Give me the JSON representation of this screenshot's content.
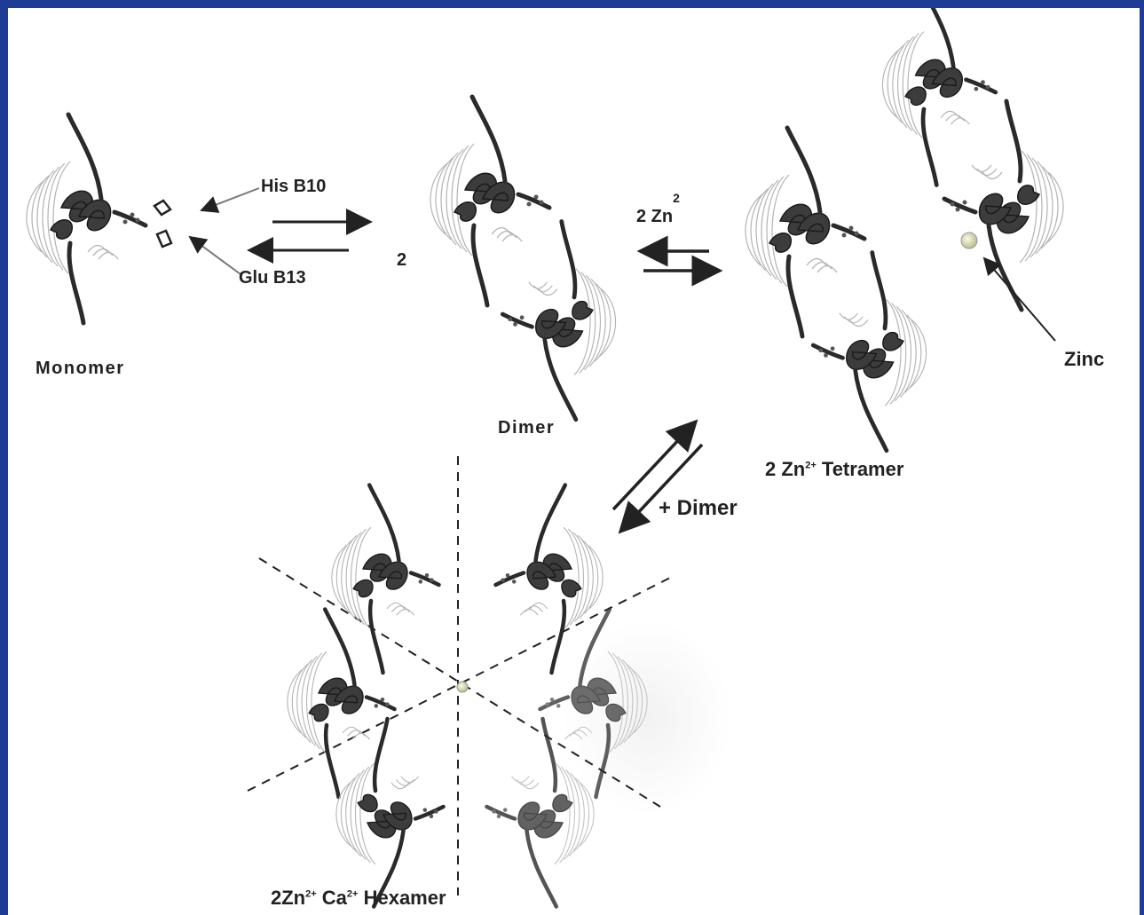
{
  "labels": {
    "his_b10": "His B10",
    "glu_b13": "Glu B13",
    "coef_2": "2",
    "monomer": "Monomer",
    "dimer": "Dimer",
    "zn_prefix": "2 Zn",
    "zn_exp": "2",
    "zinc": "Zinc",
    "tetramer_prefix": "2 Zn",
    "tetramer_exp": "2+",
    "tetramer_suffix": " Tetramer",
    "plus_dimer": "+ Dimer",
    "hex_zn": "2Zn",
    "hex_zn_exp": "2+",
    "hex_ca": " Ca",
    "hex_ca_exp": "2+",
    "hex_suffix": " Hexamer"
  },
  "colors": {
    "border": "#1e3c96",
    "background": "#ffffff",
    "ink": "#222222",
    "helix_dark": "#3a3a3a",
    "helix_mid": "#6a6a6a",
    "strand": "#b0b0b0",
    "zinc_ion": "#d4d4b0"
  }
}
